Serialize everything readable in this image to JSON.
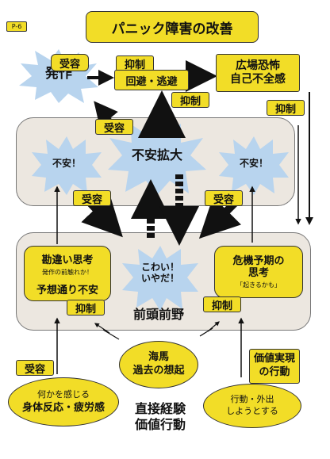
{
  "page_tag": "P-6",
  "title": "パニック障害の改善",
  "nodes": {
    "attack": "発作",
    "acceptance": "受容",
    "suppression": "抑制",
    "avoidance": "回避・逃避",
    "agoraphobia_line1": "広場恐怖",
    "agoraphobia_line2": "自己不全感",
    "anxiety": "不安！",
    "anxiety_growth": "不安拡大",
    "misthinking_title": "勘違い思考",
    "misthinking_sub": "発作の前触れか！",
    "expected_anxiety": "予想通り不安",
    "fear_line1": "こわい！",
    "fear_line2": "いやだ！",
    "crisis_title_line1": "危機予期の",
    "crisis_title_line2": "思考",
    "crisis_sub": "「起きるかも」",
    "prefrontal": "前頭前野",
    "hippocampus_line1": "海馬",
    "hippocampus_line2": "過去の想起",
    "value_action_line1": "価値実現",
    "value_action_line2": "の行動",
    "body_line1": "何かを感じる",
    "body_line2": "身体反応・疲労感",
    "direct_line1": "直接経験",
    "direct_line2": "価値行動",
    "goout_line1": "行動・外出",
    "goout_line2": "しようとする"
  },
  "colors": {
    "yellow": "#f2dd27",
    "burst": "#b8d4ee",
    "panel": "#ece7e0",
    "arrow": "#111111"
  }
}
